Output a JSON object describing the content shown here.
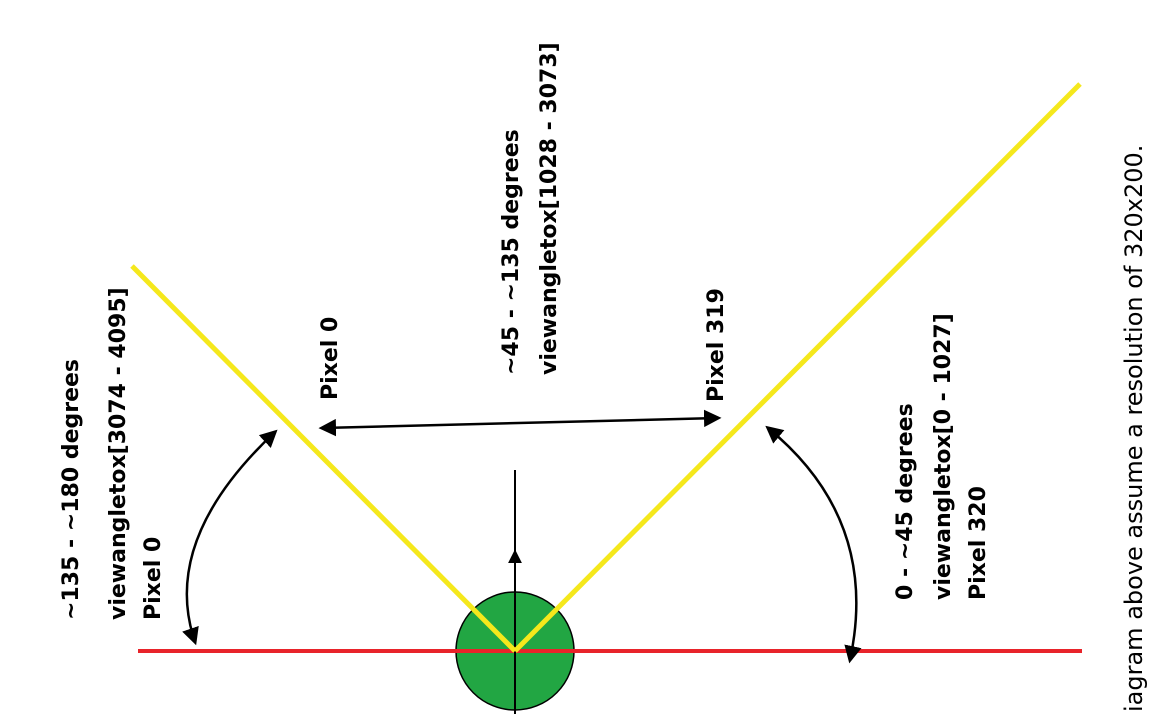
{
  "labels": {
    "left_group": {
      "line1": "~135 - ~180 degrees",
      "line2": "viewangletox[3074 - 4095]",
      "line3": "Pixel 0"
    },
    "pixel_0": "Pixel 0",
    "middle_group": {
      "line1": "~45 - ~135 degrees",
      "line2": "viewangletox[1028 - 3073]"
    },
    "pixel_319": "Pixel 319",
    "right_group": {
      "line1": "0 - ~45 degrees",
      "line2": "viewangletox[0 - 1027]",
      "line3": "Pixel 320"
    }
  },
  "caption": "iagram above assume a resolution of 320x200.",
  "colors": {
    "view_lines": "#f5e81c",
    "horizon_line": "#e8232a",
    "player_circle": "#22a643",
    "ink": "#000000"
  }
}
